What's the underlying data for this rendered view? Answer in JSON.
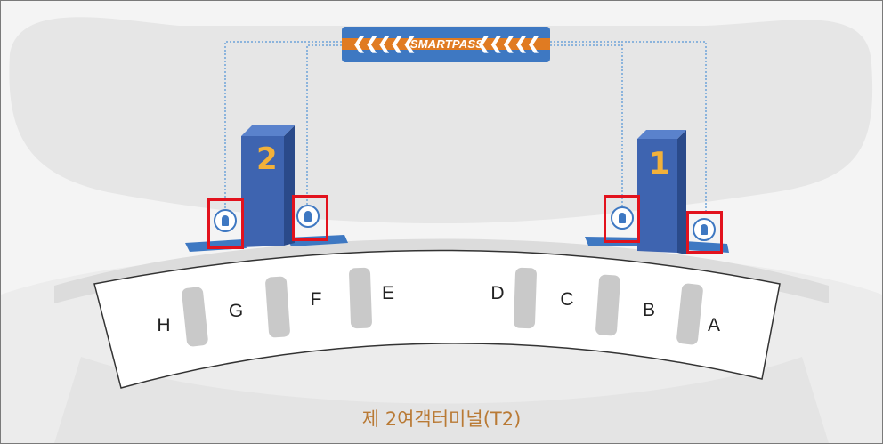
{
  "banner": {
    "brand": "SMARTPASS",
    "left_arrows": "❮❮❮❮❮",
    "right_arrows": "❮❮❮❮❮",
    "colors": {
      "banner": "#3e78c2",
      "stripe": "#e07b22"
    }
  },
  "pillars": [
    {
      "number": "2"
    },
    {
      "number": "1"
    }
  ],
  "gates": [
    "H",
    "G",
    "F",
    "E",
    "D",
    "C",
    "B",
    "A"
  ],
  "smartpass_icons": {
    "count": 4,
    "icon": "smartpass-gate-icon",
    "highlight_color": "#e2121d"
  },
  "terminal": {
    "label": "제 2여객터미널(T2)"
  }
}
